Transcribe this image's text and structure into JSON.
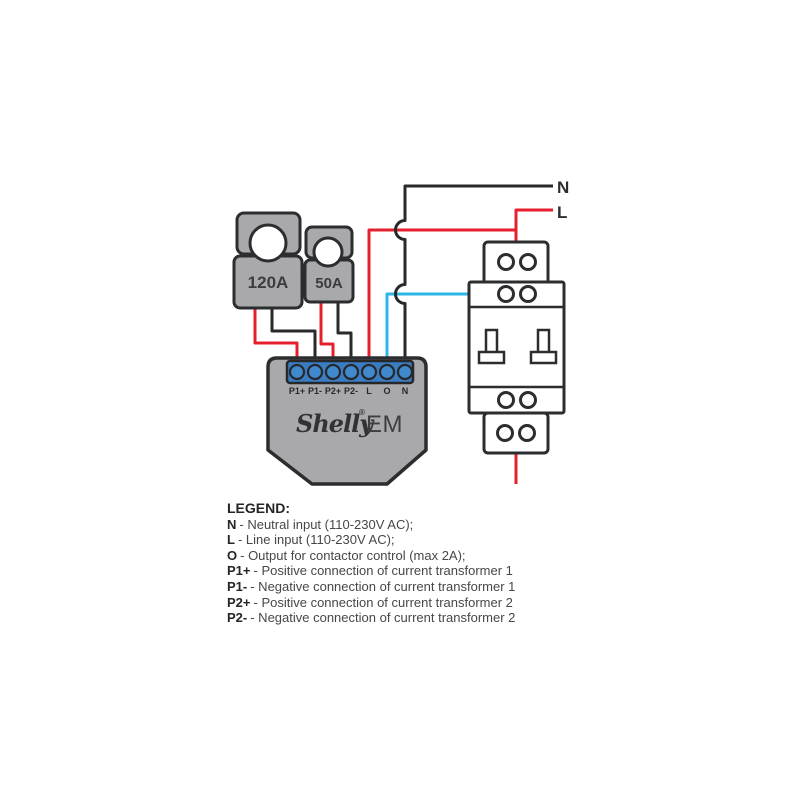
{
  "diagram": {
    "power_labels": {
      "neutral": "N",
      "line": "L"
    },
    "transformers": [
      {
        "label": "120A"
      },
      {
        "label": "50A"
      }
    ],
    "shelly": {
      "brand": "Shelly",
      "reg": "®",
      "model": "EM",
      "terminals": [
        "P1+",
        "P1-",
        "P2+",
        "P2-",
        "L",
        "O",
        "N"
      ]
    },
    "colors": {
      "wire_red": "#e5202e",
      "wire_blue": "#2db5e8",
      "wire_black": "#27292b",
      "device_gray": "#a9a9ac",
      "terminal_blue": "#3a7dc4",
      "outline_dark": "#2b2d2f"
    }
  },
  "legend": {
    "title": "LEGEND:",
    "items": [
      {
        "term": "N",
        "desc": "- Neutral input (110-230V AC);"
      },
      {
        "term": "L",
        "desc": "- Line input (110-230V AC);"
      },
      {
        "term": "O",
        "desc": "- Output for contactor control (max 2A);"
      },
      {
        "term": "P1+",
        "desc": "- Positive connection of current transformer 1"
      },
      {
        "term": "P1-",
        "desc": "- Negative connection of current transformer 1"
      },
      {
        "term": "P2+",
        "desc": "- Positive connection of current transformer 2"
      },
      {
        "term": "P2-",
        "desc": "- Negative connection of current transformer 2"
      }
    ]
  }
}
